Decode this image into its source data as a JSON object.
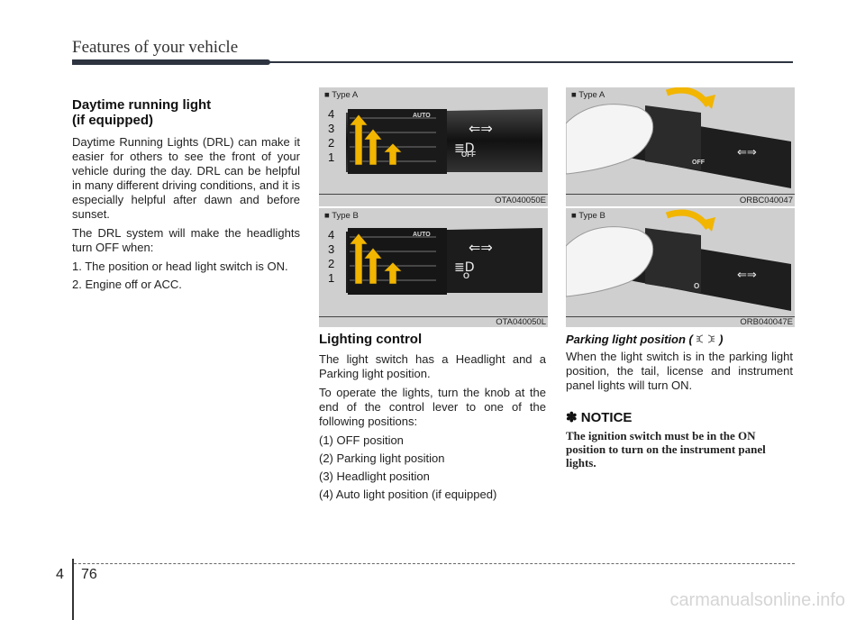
{
  "header": {
    "title": "Features of your vehicle"
  },
  "drl": {
    "title_line1": "Daytime running light",
    "title_line2": "(if equipped)",
    "para1": "Daytime Running Lights (DRL) can make it easier for others to see the front of your vehicle during the day. DRL can be helpful in many different driving conditions, and it is especially helpful after dawn and before sunset.",
    "para2": "The DRL system will make the headlights turn OFF when:",
    "items": [
      "1. The position or head light switch is ON.",
      "2. Engine off or ACC."
    ]
  },
  "figures": {
    "fig1": {
      "type": "■ Type A",
      "code": "OTA040050E",
      "nums": [
        "4",
        "3",
        "2",
        "1"
      ],
      "auto": "AUTO",
      "off": "OFF"
    },
    "fig2": {
      "type": "■ Type B",
      "code": "OTA040050L",
      "nums": [
        "4",
        "3",
        "2",
        "1"
      ],
      "auto": "AUTO",
      "off": "O"
    },
    "fig3": {
      "type": "■ Type A",
      "code": "ORBC040047",
      "off": "OFF"
    },
    "fig4": {
      "type": "■ Type B",
      "code": "ORB040047E",
      "off": "O"
    }
  },
  "lighting": {
    "title": "Lighting control",
    "para1": "The light switch has a Headlight and a Parking light position.",
    "para2": "To operate the lights, turn the knob at the end of the control lever to one of the following positions:",
    "items": [
      "(1) OFF position",
      "(2) Parking light position",
      "(3) Headlight position",
      "(4) Auto light position (if equipped)"
    ]
  },
  "parking": {
    "title_prefix": "Parking light position (",
    "title_suffix": ")",
    "para": "When the light switch is in the parking light position, the tail, license and instrument panel lights will turn ON."
  },
  "notice": {
    "title": "✽ NOTICE",
    "body": "The ignition switch must be in the ON position to turn on the instrument panel lights."
  },
  "footer": {
    "chapter": "4",
    "page": "76",
    "watermark": "carmanualsonline.info"
  }
}
